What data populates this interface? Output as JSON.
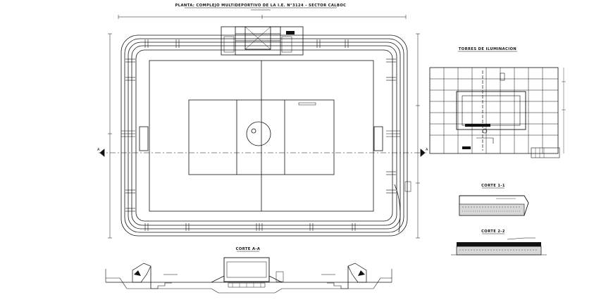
{
  "drawing": {
    "title": "PLANTA: COMPLEJO MULTIDEPORTIVO DE LA I.E. N°3124 - SECTOR CALBOC",
    "section_a_label": "CORTE A-A",
    "grid_plan_label": "TORRES DE ILUMINACION",
    "detail_1_label": "CORTE 1-1",
    "detail_2_label": "CORTE 2-2",
    "axis_marker": "A"
  },
  "colors": {
    "line": "#111111",
    "background": "#ffffff"
  }
}
